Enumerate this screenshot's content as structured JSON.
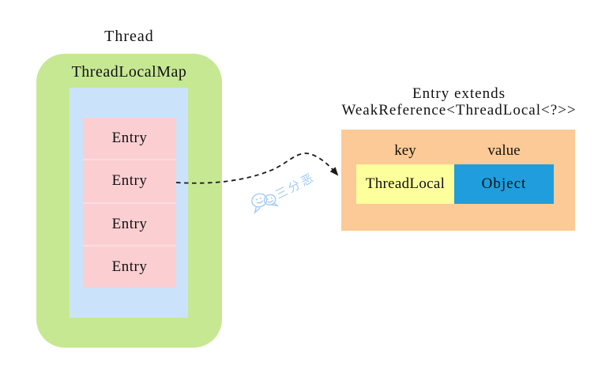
{
  "left": {
    "thread_title": "Thread",
    "map_title": "ThreadLocalMap",
    "entries": [
      "Entry",
      "Entry",
      "Entry",
      "Entry"
    ]
  },
  "right": {
    "title_line1": "Entry extends",
    "title_line2": "WeakReference<ThreadLocal<?>>",
    "key_header": "key",
    "value_header": "value",
    "key_cell": "ThreadLocal",
    "value_cell": "Object"
  },
  "watermark": {
    "text": "三分恶",
    "icon": "wechat-bubbles-icon",
    "color": "#a5cbf0"
  },
  "colors": {
    "thread_box_green": "#c7e893",
    "map_box_blue": "#cbe3fa",
    "entry_pink": "#fbcfd2",
    "entry_container_orange": "#fbca96",
    "key_yellow": "#fdfe9c",
    "value_blue": "#209ddc",
    "arrow": "#1a1a1a"
  }
}
